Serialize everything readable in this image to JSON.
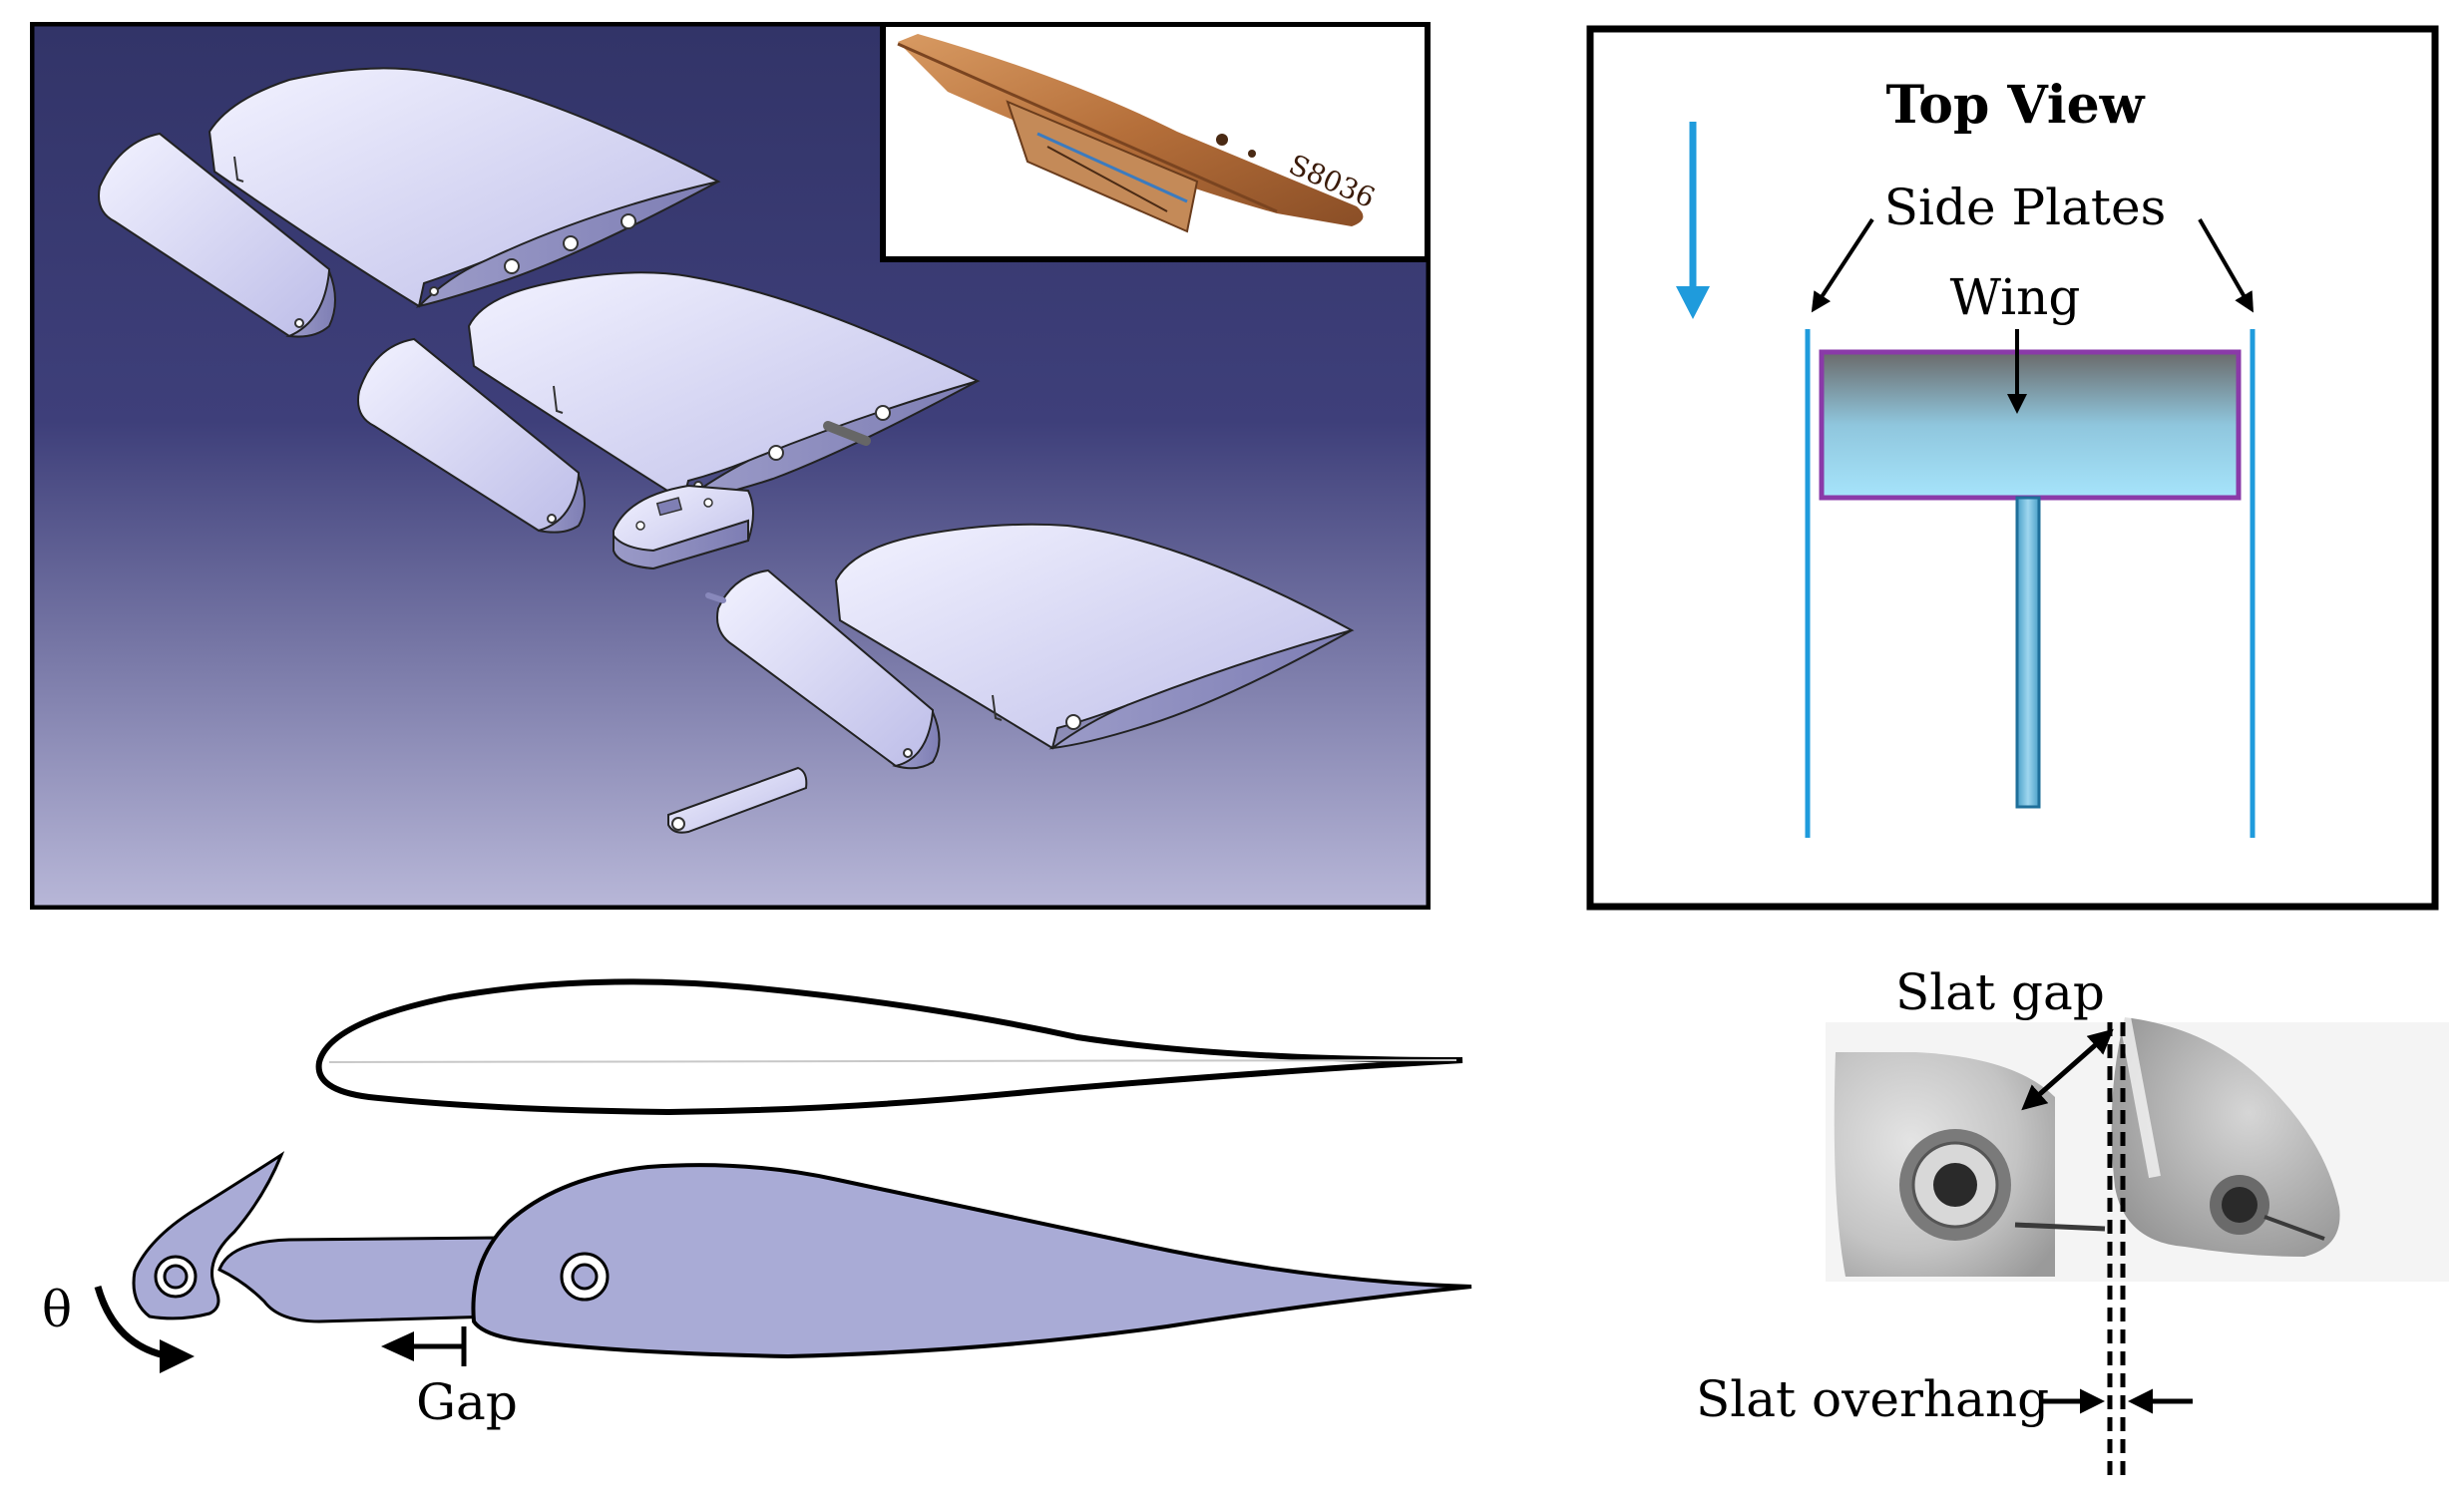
{
  "top_view": {
    "title": "Top View",
    "side_plates_label": "Side Plates",
    "wing_label": "Wing"
  },
  "airfoil_section": {
    "angle_symbol": "θ",
    "gap_label": "Gap"
  },
  "slat_photo": {
    "slat_gap_label": "Slat gap",
    "slat_overhang_label": "Slat overhang"
  },
  "inset_photo": {
    "part_marking": "S8036"
  },
  "colors": {
    "cad_background_top": "#343670",
    "cad_background_bottom": "#b6b4d6",
    "part_fill": "#dcdcf8",
    "flow_arrow": "#1f9bdc",
    "wing_border": "#8a3aa8",
    "airfoil_fill": "#a9abd6",
    "inset_wood": "#b9733e"
  }
}
